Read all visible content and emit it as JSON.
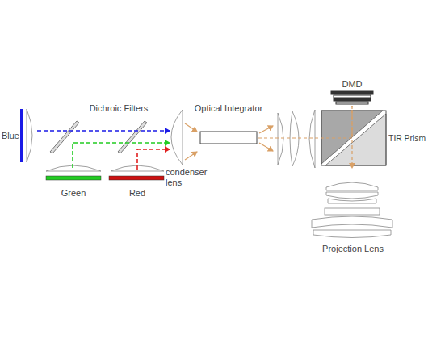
{
  "diagram": {
    "labels": [
      "Blue",
      "Dichroic Filters",
      "Optical Integrator",
      "DMD",
      "TIR Prism",
      "condenser lens",
      "Green",
      "Red",
      "Projection Lens"
    ]
  }
}
